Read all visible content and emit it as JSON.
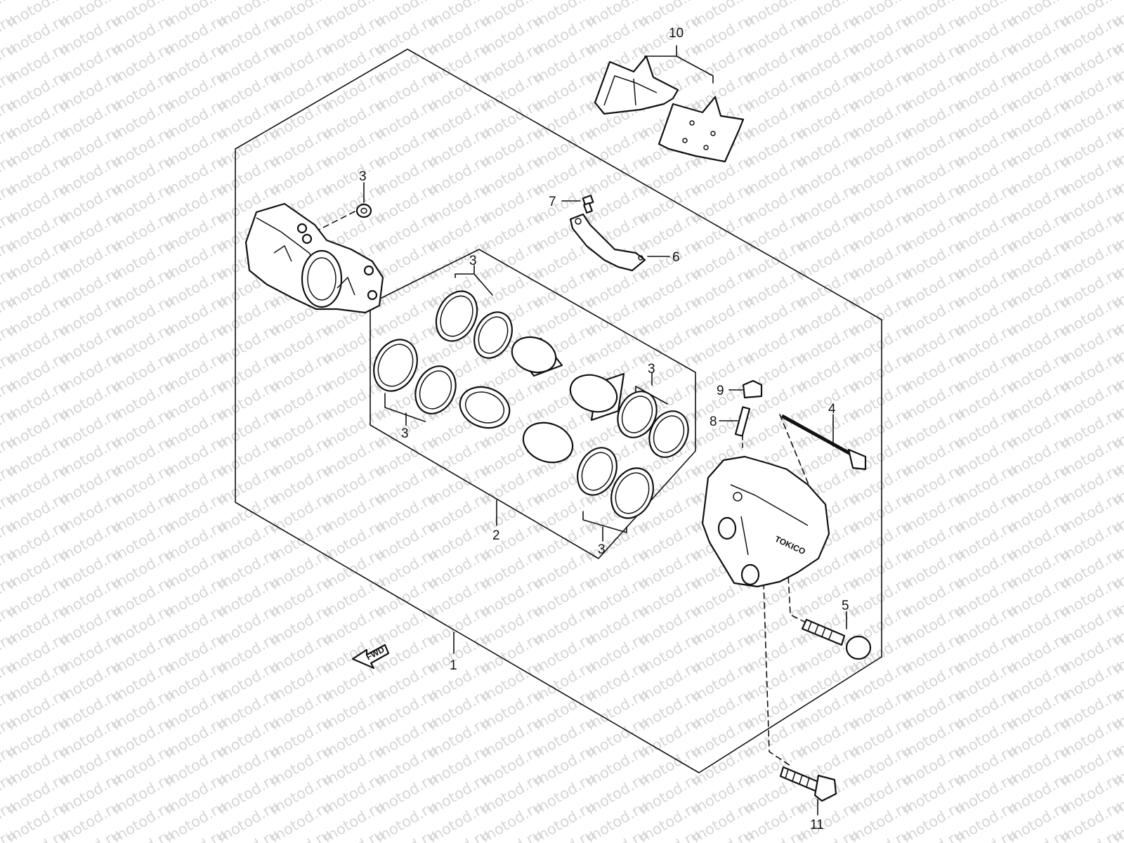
{
  "watermark": {
    "text": "motod.ru",
    "color": "#d6d6d6"
  },
  "fwd_marker": {
    "text": "FWD"
  },
  "brand_mark": {
    "text": "TOKICO"
  },
  "labels": [
    {
      "id": "lbl-1",
      "text": "1"
    },
    {
      "id": "lbl-2",
      "text": "2"
    },
    {
      "id": "lbl-3a",
      "text": "3"
    },
    {
      "id": "lbl-3b",
      "text": "3"
    },
    {
      "id": "lbl-3c",
      "text": "3"
    },
    {
      "id": "lbl-3d",
      "text": "3"
    },
    {
      "id": "lbl-3e",
      "text": "3"
    },
    {
      "id": "lbl-4",
      "text": "4"
    },
    {
      "id": "lbl-5",
      "text": "5"
    },
    {
      "id": "lbl-6",
      "text": "6"
    },
    {
      "id": "lbl-7",
      "text": "7"
    },
    {
      "id": "lbl-8",
      "text": "8"
    },
    {
      "id": "lbl-9",
      "text": "9"
    },
    {
      "id": "lbl-10",
      "text": "10"
    },
    {
      "id": "lbl-11",
      "text": "11"
    }
  ]
}
